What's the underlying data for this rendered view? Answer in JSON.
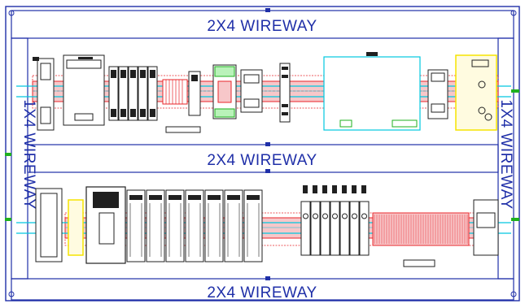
{
  "wireways": {
    "top": "2X4  WIREWAY",
    "middle": "2X4  WIREWAY",
    "bottom": "2X4  WIREWAY",
    "left_vertical": "1X4  WIREWAY",
    "right_vertical": "1X4  WIREWAY"
  },
  "colors": {
    "panel_line": "#1f2fa8",
    "din_rail": "#e8252a",
    "highlight_cyan": "#00c8e0",
    "highlight_yellow": "#f5e400",
    "ground_green": "#1fb01f"
  }
}
